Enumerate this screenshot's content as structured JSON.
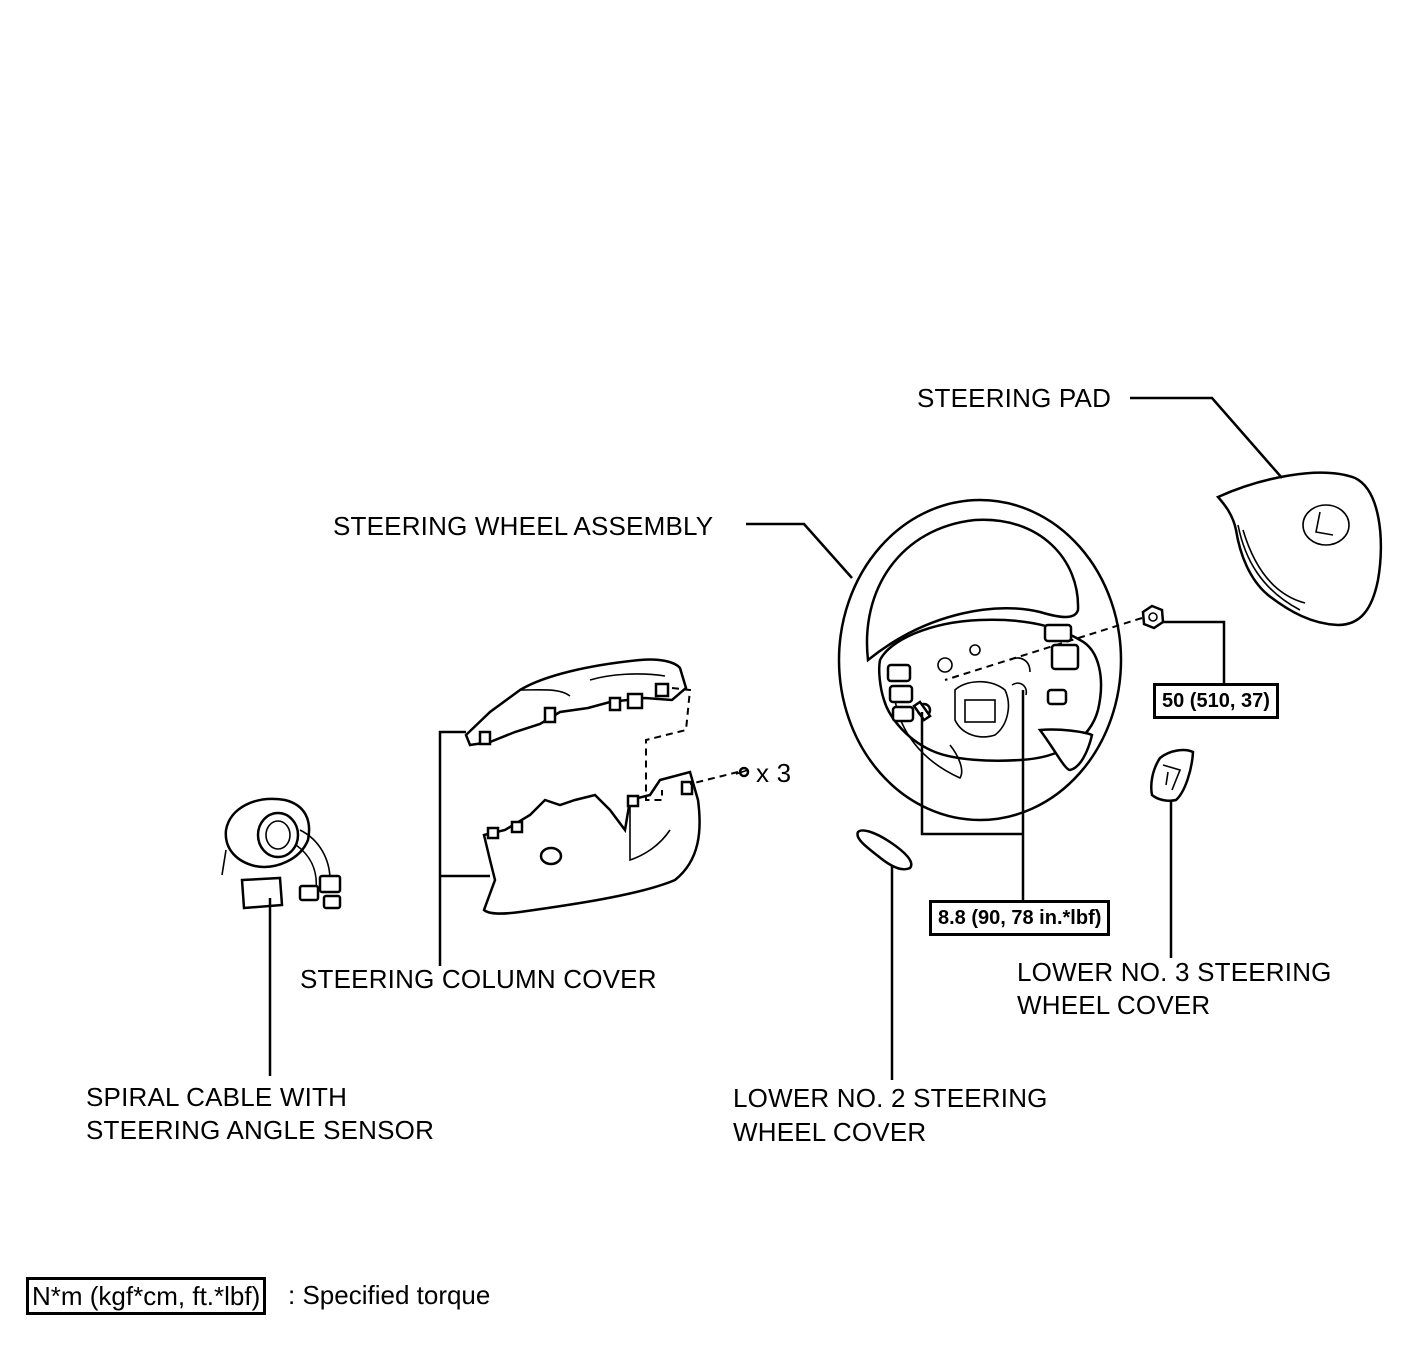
{
  "labels": {
    "steering_pad": "STEERING PAD",
    "steering_wheel_assembly": "STEERING WHEEL ASSEMBLY",
    "steering_column_cover": "STEERING COLUMN COVER",
    "spiral_cable_line1": "SPIRAL CABLE WITH",
    "spiral_cable_line2": "STEERING ANGLE SENSOR",
    "lower_no2_line1": "LOWER NO. 2 STEERING",
    "lower_no2_line2": "WHEEL COVER",
    "lower_no3_line1": "LOWER NO. 3 STEERING",
    "lower_no3_line2": "WHEEL COVER",
    "screw_count": "x 3"
  },
  "torques": {
    "nut": "50 (510, 37)",
    "screws": "8.8 (90, 78 in.*lbf)"
  },
  "legend": {
    "unit_box": "N*m (kgf*cm, ft.*lbf)",
    "description": ": Specified torque"
  }
}
